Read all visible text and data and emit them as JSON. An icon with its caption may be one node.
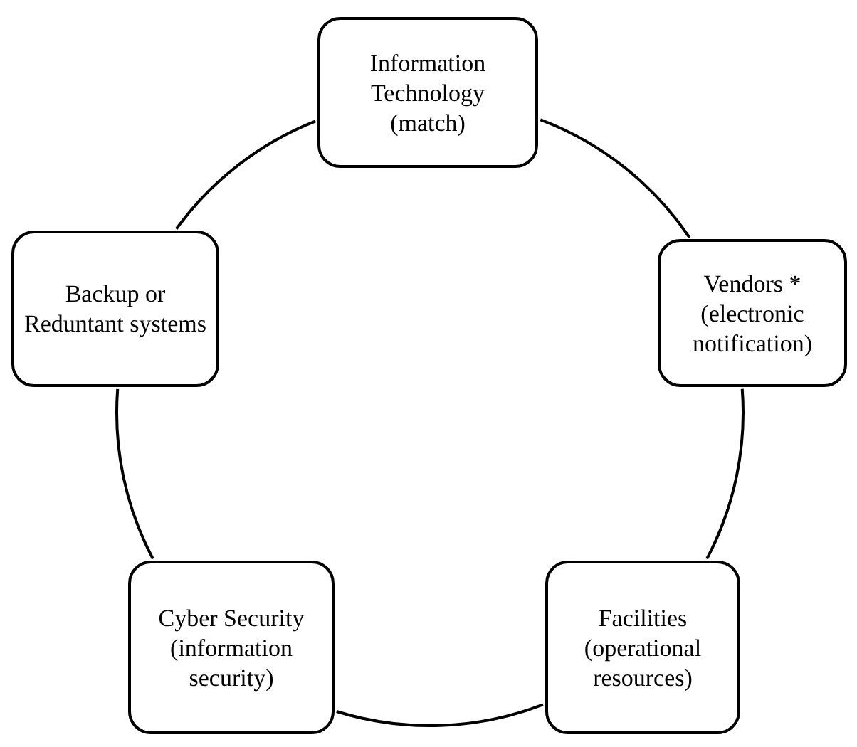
{
  "diagram": {
    "nodes": [
      {
        "text": [
          "Information Technology",
          "(match)"
        ]
      },
      {
        "text": [
          "Backup or Reduntant systems"
        ]
      },
      {
        "text": [
          "Vendors *",
          "(electronic notification)"
        ]
      },
      {
        "text": [
          "Cyber Security",
          "(information security)"
        ]
      },
      {
        "text": [
          "Facilities",
          "(operational resources)"
        ]
      }
    ],
    "edges": [
      {
        "from": 0,
        "to": 2,
        "arrow": "none"
      },
      {
        "from": 2,
        "to": 4,
        "arrow": "none"
      },
      {
        "from": 4,
        "to": 3,
        "arrow": "none"
      },
      {
        "from": 3,
        "to": 1,
        "arrow": "none"
      },
      {
        "from": 1,
        "to": 0,
        "arrow": "none"
      }
    ]
  }
}
